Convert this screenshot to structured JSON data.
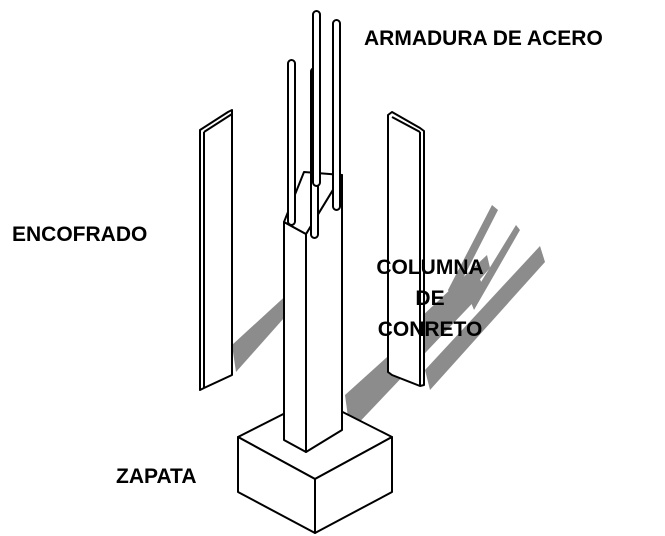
{
  "labels": {
    "armadura": "ARMADURA DE ACERO",
    "encofrado": "ENCOFRADO",
    "columna_line1": "COLUMNA",
    "columna_line2": "DE",
    "columna_line3": "CONRETO",
    "zapata": "ZAPATA"
  },
  "colors": {
    "line": "#000000",
    "fill": "#ffffff",
    "shadow": "#8c8c8c",
    "text": "#000000"
  }
}
